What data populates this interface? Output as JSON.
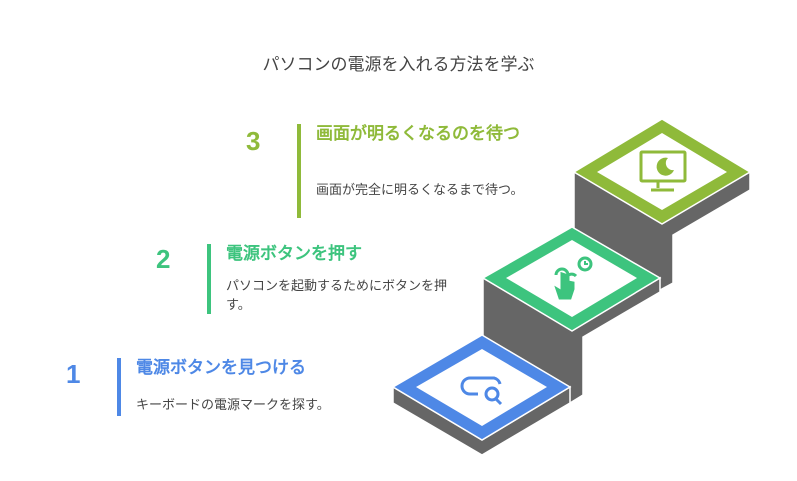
{
  "title": "パソコンの電源を入れる方法を学ぶ",
  "colors": {
    "step1": "#4e88e6",
    "step2": "#3dc47e",
    "step3": "#8fba3a",
    "riser": "#666666"
  },
  "steps": [
    {
      "number": "1",
      "title": "電源ボタンを見つける",
      "description": "キーボードの電源マークを探す。",
      "icon": "search-icon"
    },
    {
      "number": "2",
      "title": "電源ボタンを押す",
      "description": "パソコンを起動するためにボタンを押す。",
      "icon": "tap-timer-icon"
    },
    {
      "number": "3",
      "title": "画面が明るくなるのを待つ",
      "description": "画面が完全に明るくなるまで待つ。",
      "icon": "monitor-sleep-icon"
    }
  ]
}
